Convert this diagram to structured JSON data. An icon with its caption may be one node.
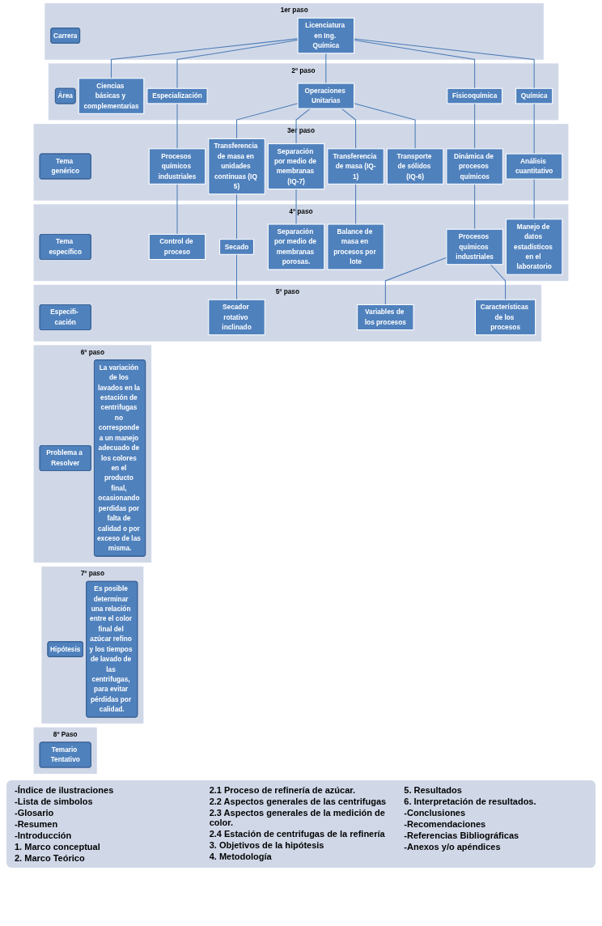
{
  "diagram": {
    "nodes": [
      {
        "text": [
          "1er paso"
        ]
      },
      {
        "text": [
          "Carrera"
        ],
        "in": 0
      },
      {
        "text": [
          "Licenciatura en Ing. Química"
        ],
        "in": 0
      },
      {
        "text": [
          "2º  paso"
        ]
      },
      {
        "text": [
          "Área"
        ],
        "in": 3
      },
      {
        "text": [
          "Ciencias básicas y complementarias"
        ],
        "in": 3
      },
      {
        "text": [
          "Especialización"
        ],
        "in": 3
      },
      {
        "text": [
          "Operaciones Unitarias"
        ],
        "in": 3
      },
      {
        "text": [
          "Fisicoquímica"
        ],
        "in": 3
      },
      {
        "text": [
          "Química"
        ],
        "in": 3
      },
      {
        "text": [
          "3er paso"
        ]
      },
      {
        "text": [
          "Tema genérico"
        ],
        "in": 10
      },
      {
        "text": [
          "Procesos químicos industriales"
        ],
        "in": 10
      },
      {
        "text": [
          "Transferencia de masa en unidades continuas (IQ 5)"
        ],
        "in": 10
      },
      {
        "text": [
          "Separación por medio de membranas (IQ-7)"
        ],
        "in": 10
      },
      {
        "text": [
          "Transferencia de masa (IQ-1)"
        ],
        "in": 10
      },
      {
        "text": [
          "Transporte de sólidos (IQ-6)"
        ],
        "in": 10
      },
      {
        "text": [
          "Dinámica de procesos químicos"
        ],
        "in": 10
      },
      {
        "text": [
          "Análisis cuantitativo"
        ],
        "in": 10
      },
      {
        "text": [
          "4º paso"
        ]
      },
      {
        "text": [
          "Tema específico"
        ],
        "in": 19
      },
      {
        "text": [
          "Control de proceso"
        ],
        "in": 19
      },
      {
        "text": [
          "Secado"
        ],
        "in": 19
      },
      {
        "text": [
          "Separación por medio de membranas porosas."
        ],
        "in": 19
      },
      {
        "text": [
          "Balance de masa en procesos por lote"
        ],
        "in": 19
      },
      {
        "text": [
          "Procesos químicos industriales"
        ],
        "in": 19
      },
      {
        "text": [
          "Manejo de datos estadísticos en el laboratorio"
        ],
        "in": 19
      },
      {
        "text": [
          "5º paso"
        ]
      },
      {
        "text": [
          "Especifi- cación"
        ],
        "in": 27
      },
      {
        "text": [
          "Secador rotativo inclinado"
        ],
        "in": 27
      },
      {
        "text": [
          "Variables de los procesos"
        ],
        "in": 27
      },
      {
        "text": [
          "Características de los procesos"
        ],
        "in": 27
      },
      {
        "text": [
          "6º paso"
        ]
      },
      {
        "text": [
          "Problema a Resolver"
        ],
        "in": 32
      },
      {
        "text": [
          "La variación de los lavados en la estación de centrifugas no corresponde a un manejo adecuado de los colores en el producto final, ocasionando perdidas por falta de calidad o por exceso de las misma."
        ],
        "in": 32
      },
      {
        "text": [
          "7º paso"
        ]
      },
      {
        "text": [
          "Hipótesis"
        ],
        "in": 35
      },
      {
        "text": [
          "Es posible determinar una relación entre el color final del azúcar refino y los tiempos de lavado de las centrifugas, para evitar pérdidas por calidad."
        ],
        "in": 35
      },
      {
        "text": [
          "8º Paso"
        ]
      },
      {
        "text": [
          "Temario Tentativo"
        ],
        "in": 38
      }
    ],
    "edges": [
      {
        "from": 2,
        "to": 5,
        "arrow": "none"
      },
      {
        "from": 2,
        "to": 6,
        "arrow": "none"
      },
      {
        "from": 2,
        "to": 7,
        "arrow": "none"
      },
      {
        "from": 2,
        "to": 8,
        "arrow": "none"
      },
      {
        "from": 2,
        "to": 9,
        "arrow": "none"
      },
      {
        "from": 6,
        "to": 12,
        "arrow": "none"
      },
      {
        "from": 7,
        "to": 13,
        "arrow": "none"
      },
      {
        "from": 7,
        "to": 14,
        "arrow": "none"
      },
      {
        "from": 7,
        "to": 15,
        "arrow": "none"
      },
      {
        "from": 7,
        "to": 16,
        "arrow": "none"
      },
      {
        "from": 8,
        "to": 17,
        "arrow": "none"
      },
      {
        "from": 9,
        "to": 18,
        "arrow": "none"
      },
      {
        "from": 12,
        "to": 21,
        "arrow": "none"
      },
      {
        "from": 13,
        "to": 22,
        "arrow": "none"
      },
      {
        "from": 14,
        "to": 23,
        "arrow": "none"
      },
      {
        "from": 15,
        "to": 24,
        "arrow": "none"
      },
      {
        "from": 17,
        "to": 25,
        "arrow": "none"
      },
      {
        "from": 18,
        "to": 26,
        "arrow": "none"
      },
      {
        "from": 22,
        "to": 29,
        "arrow": "none"
      },
      {
        "from": 25,
        "to": 30,
        "arrow": "none"
      },
      {
        "from": 25,
        "to": 31,
        "arrow": "none"
      }
    ],
    "labels": [
      "-Índice de ilustraciones",
      "-Lista de simbolos",
      "-Glosario",
      "-Resumen",
      "-Introducción",
      "1. Marco conceptual",
      "2. Marco Teórico",
      "2.1 Proceso de refinería de azúcar.",
      "2.2 Aspectos generales de las centrifugas",
      "2.3 Aspectos generales de la medición de color.",
      "2.4 Estación de centrifugas de la refinería",
      "3. Objetivos de la hipótesis",
      "4. Metodología",
      "5. Resultados",
      "6. Interpretación de resultados.",
      "-Conclusiones",
      "-Recomendaciones",
      "-Referencias Bibliográficas",
      "-Anexos y/o apéndices"
    ]
  }
}
